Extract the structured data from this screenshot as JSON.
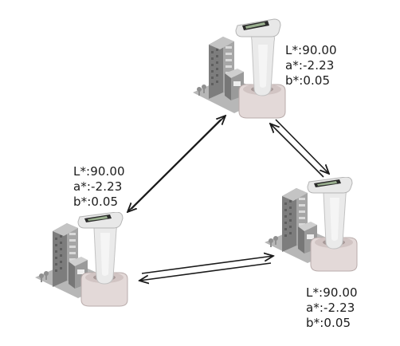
{
  "stations": [
    {
      "id": "top",
      "L": "L*:90.00",
      "a": "a*:-2.23",
      "b": "b*:0.05"
    },
    {
      "id": "left",
      "L": "L*:90.00",
      "a": "a*:-2.23",
      "b": "b*:0.05"
    },
    {
      "id": "right",
      "L": "L*:90.00",
      "a": "a*:-2.23",
      "b": "b*:0.05"
    }
  ],
  "icons": {
    "device": "colorimeter-with-building-icon",
    "arrow": "bidirectional-arrow-icon"
  },
  "colors": {
    "device_body": "#e9e9e9",
    "device_base": "#e2d7d6",
    "building": "#8a8a8a",
    "arrow": "#1a1a1a"
  }
}
